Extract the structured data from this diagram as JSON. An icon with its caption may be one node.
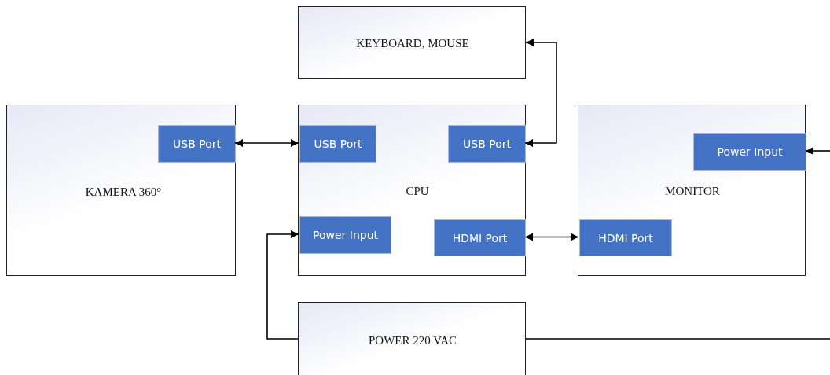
{
  "diagram": {
    "nodes": [
      {
        "text": [
          "KEYBOARD, MOUSE"
        ]
      },
      {
        "text": [
          "KAMERA 360°"
        ]
      },
      {
        "text": [
          "USB Port"
        ],
        "in": 1
      },
      {
        "text": [
          "CPU"
        ]
      },
      {
        "text": [
          "USB Port"
        ],
        "in": 3
      },
      {
        "text": [
          "USB Port"
        ],
        "in": 3
      },
      {
        "text": [
          "Power Input"
        ],
        "in": 3
      },
      {
        "text": [
          "HDMI Port"
        ],
        "in": 3
      },
      {
        "text": [
          "MONITOR"
        ]
      },
      {
        "text": [
          "Power Input"
        ],
        "in": 8
      },
      {
        "text": [
          "HDMI Port"
        ],
        "in": 8
      },
      {
        "text": [
          "POWER 220 VAC"
        ]
      }
    ],
    "edges": [
      {
        "from": 2,
        "to": 4,
        "arrow": "both"
      },
      {
        "from": 5,
        "to": 0,
        "arrow": "both"
      },
      {
        "from": 7,
        "to": 10,
        "arrow": "both"
      },
      {
        "from": 11,
        "to": 6,
        "arrow": "to"
      },
      {
        "from": 11,
        "to": null,
        "arrow": "none"
      },
      {
        "from": null,
        "to": 9,
        "arrow": "to"
      }
    ]
  }
}
